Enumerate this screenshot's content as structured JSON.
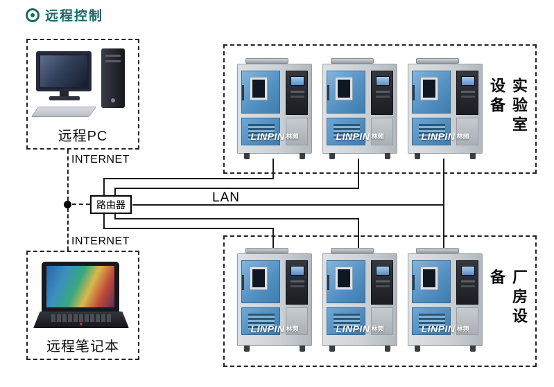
{
  "header": {
    "title": "远程控制"
  },
  "remote_pc": {
    "label": "远程PC"
  },
  "remote_laptop": {
    "label": "远程笔记本"
  },
  "router": {
    "label": "路由器"
  },
  "network": {
    "internet_top": "INTERNET",
    "internet_bottom": "INTERNET",
    "lan": "LAN"
  },
  "groups": {
    "lab": {
      "label": "实验室设备"
    },
    "factory": {
      "label": "厂房设备"
    }
  },
  "brand": {
    "name": "LINPIN",
    "cn": "林频"
  },
  "colors": {
    "title": "#176a66",
    "chamber_blue": "#5592c4",
    "line": "#1a1a1a"
  }
}
